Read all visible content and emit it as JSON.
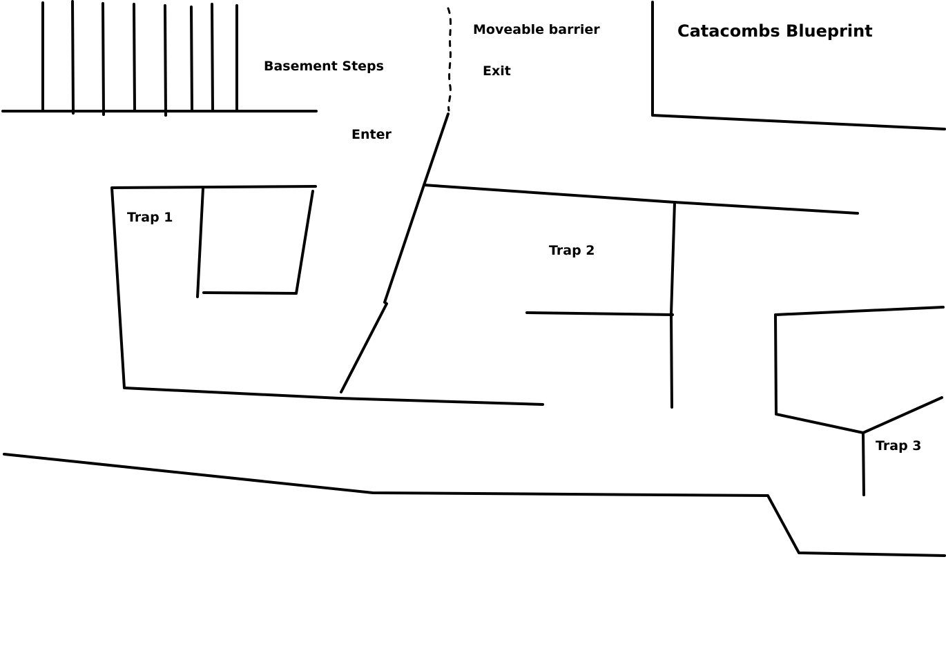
{
  "diagram": {
    "title": "Catacombs Blueprint",
    "labels": {
      "basement_steps": "Basement Steps",
      "moveable_barrier": "Moveable barrier",
      "exit": "Exit",
      "enter": "Enter",
      "trap_1": "Trap 1",
      "trap_2": "Trap 2",
      "trap_3": "Trap 3"
    },
    "colors": {
      "background": "#ffffff",
      "ink": "#000000"
    }
  }
}
